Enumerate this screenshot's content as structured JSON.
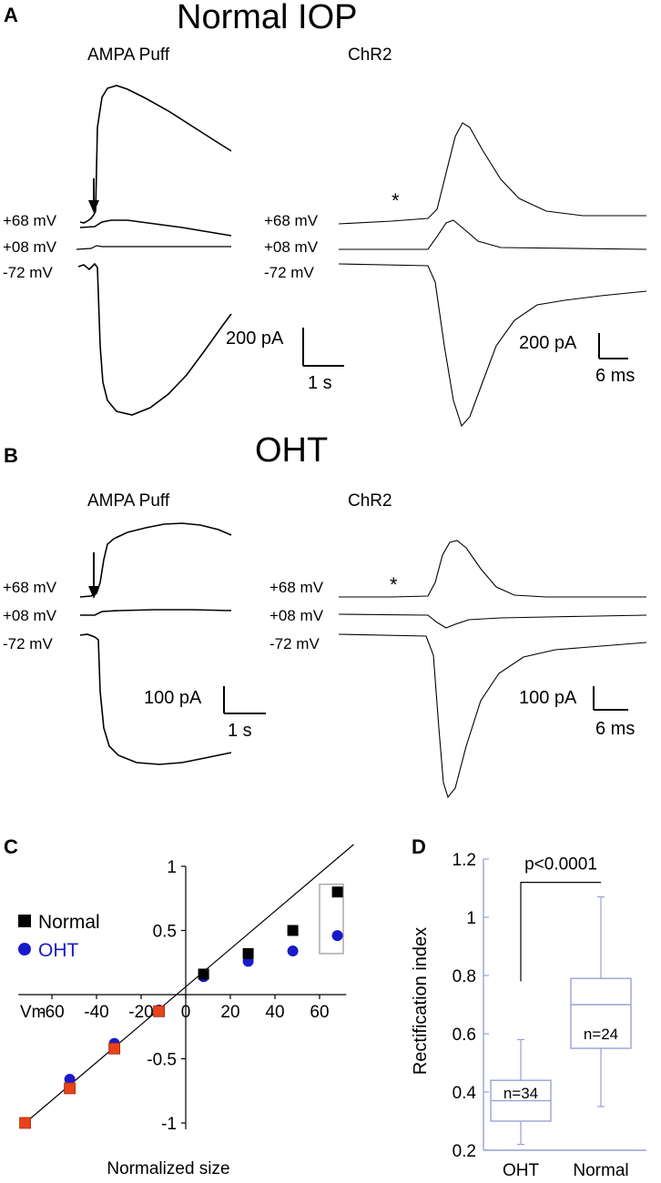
{
  "panel_a": {
    "letter": "A",
    "title": "Normal IOP",
    "left_title": "AMPA Puff",
    "right_title": "ChR2",
    "voltages": [
      "+68 mV",
      "+08 mV",
      "-72 mV"
    ],
    "left_scale_y": "200 pA",
    "left_scale_x": "1 s",
    "right_scale_y": "200 pA",
    "right_scale_x": "6 ms",
    "asterisk": "*"
  },
  "panel_b": {
    "letter": "B",
    "title": "OHT",
    "left_title": "AMPA Puff",
    "right_title": "ChR2",
    "voltages": [
      "+68 mV",
      "+08 mV",
      "-72 mV"
    ],
    "left_scale_y": "100 pA",
    "left_scale_x": "1 s",
    "right_scale_y": "100 pA",
    "right_scale_x": "6 ms",
    "asterisk": "*"
  },
  "panel_c": {
    "letter": "C"
  },
  "panel_d": {
    "letter": "D"
  },
  "colors": {
    "normal": "#000000",
    "oht": "#1a1acc",
    "overlap": "#e8421a",
    "box": "#9aa0d8"
  },
  "chart_data": [
    {
      "type": "scatter",
      "panel": "C",
      "title": "",
      "xlabel": "Vm",
      "ylabel": "Normalized size",
      "xlim": [
        -75,
        75
      ],
      "ylim": [
        -1.05,
        1.0
      ],
      "x_ticks": [
        -60,
        -40,
        -20,
        0,
        20,
        40,
        60
      ],
      "y_ticks": [
        -1,
        -0.5,
        0,
        0.5,
        1
      ],
      "series": [
        {
          "name": "Normal",
          "marker": "square",
          "x": [
            -72,
            -52,
            -32,
            -12,
            8,
            28,
            48,
            68
          ],
          "y": [
            -1.0,
            -0.73,
            -0.42,
            -0.13,
            0.16,
            0.32,
            0.5,
            0.8
          ]
        },
        {
          "name": "OHT",
          "marker": "circle",
          "x": [
            -52,
            -32,
            -12,
            8,
            28,
            48,
            68
          ],
          "y": [
            -0.66,
            -0.38,
            -0.12,
            0.14,
            0.26,
            0.34,
            0.46
          ]
        }
      ],
      "reference_line": {
        "x": [
          -72,
          72
        ],
        "y": [
          -1.0,
          1.0
        ]
      },
      "legend": "top-left"
    },
    {
      "type": "box",
      "panel": "D",
      "title": "",
      "ylabel": "Rectification index",
      "ylim": [
        0.2,
        1.2
      ],
      "y_ticks": [
        0.2,
        0.4,
        0.6,
        0.8,
        1.0,
        1.2
      ],
      "y_tick_labels": [
        "0.2",
        "0.4",
        "0.6",
        "0.8",
        "1",
        "1.2"
      ],
      "categories": [
        "OHT",
        "Normal"
      ],
      "boxes": [
        {
          "name": "OHT",
          "min": 0.22,
          "q1": 0.3,
          "median": 0.37,
          "q3": 0.44,
          "max": 0.58,
          "n_label": "n=34"
        },
        {
          "name": "Normal",
          "min": 0.35,
          "q1": 0.55,
          "median": 0.7,
          "q3": 0.79,
          "max": 1.07,
          "n_label": "n=24"
        }
      ],
      "annotation": "p<0.0001"
    }
  ]
}
